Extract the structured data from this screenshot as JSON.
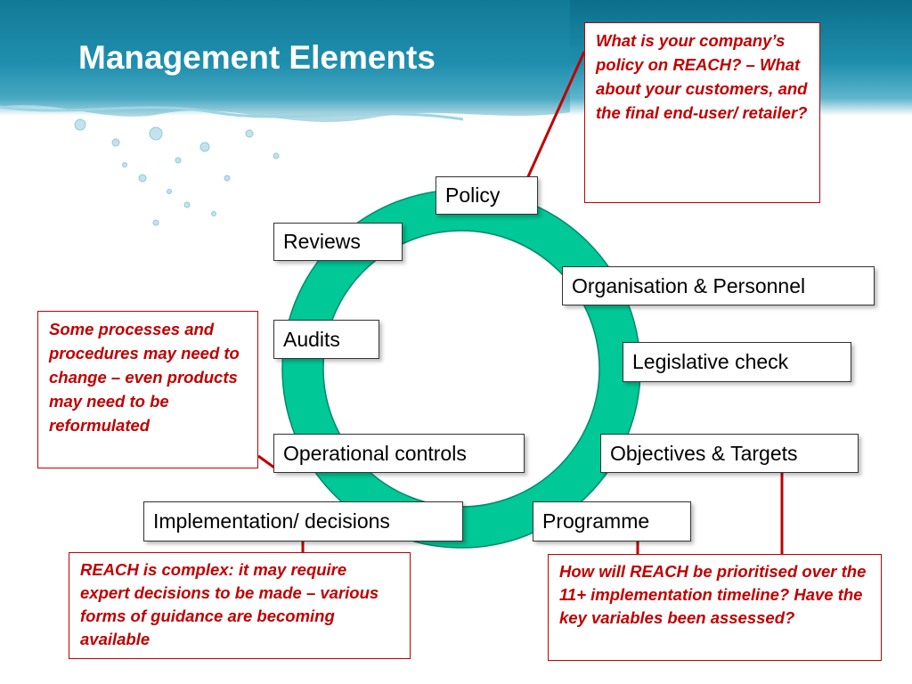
{
  "slide": {
    "title": "Management Elements"
  },
  "colors": {
    "ring": "#00c896",
    "note_text": "#c00000",
    "banner": "#1f8fae"
  },
  "cycle": {
    "policy": "Policy",
    "organisation": "Organisation & Personnel",
    "legislative": "Legislative check",
    "objectives": "Objectives & Targets",
    "programme": "Programme",
    "implementation": "Implementation/ decisions",
    "operational": "Operational controls",
    "audits": "Audits",
    "reviews": "Reviews"
  },
  "notes": {
    "policy": "What is your company’s policy on REACH? – What about your customers, and the final end-user/ retailer?",
    "processes": "Some processes and procedures may need to change – even products may need to be reformulated",
    "expert": "REACH is complex: it may require expert decisions to be made – various forms of guidance are becoming available",
    "timeline": "How will REACH be prioritised over the 11+ implementation timeline? Have the key variables been assessed?"
  }
}
